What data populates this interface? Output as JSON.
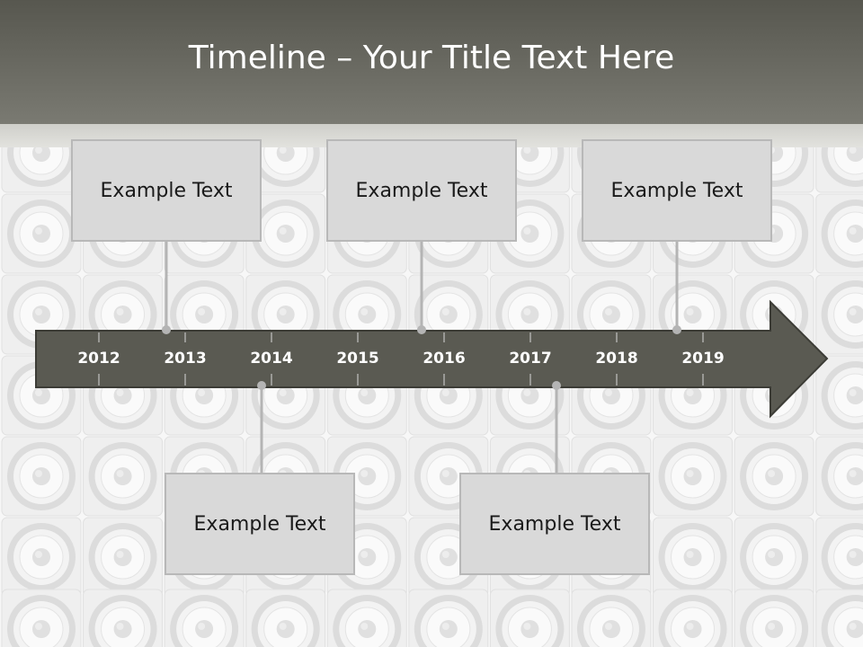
{
  "title": "Timeline – Your Title Text Here",
  "timeline": {
    "years": [
      "2012",
      "2013",
      "2014",
      "2015",
      "2016",
      "2017",
      "2018",
      "2019"
    ],
    "events_top": [
      {
        "label": "Example Text"
      },
      {
        "label": "Example Text"
      },
      {
        "label": "Example Text"
      }
    ],
    "events_bottom": [
      {
        "label": "Example Text"
      },
      {
        "label": "Example Text"
      }
    ]
  },
  "colors": {
    "header": "#6b6b63",
    "arrow": "#5a5a52",
    "box": "#d9d9d9",
    "box_border": "#b8b8b8",
    "connector": "#b4b4b4"
  },
  "background": "speaker-wall"
}
